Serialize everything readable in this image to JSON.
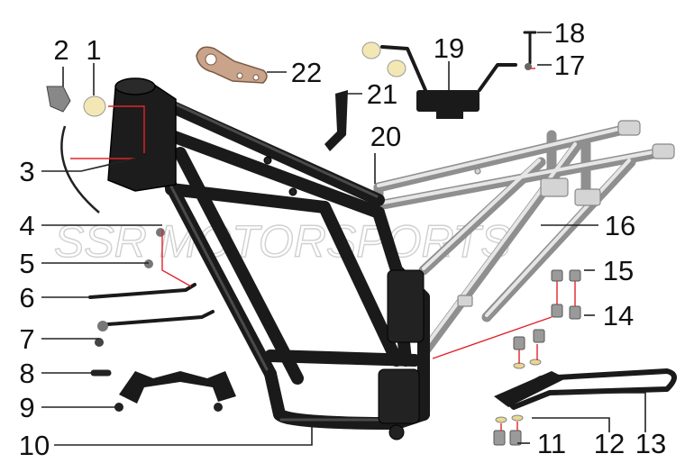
{
  "watermark": "SSR MOTORSPORTS",
  "colors": {
    "frame": "#1a1a1a",
    "subframe": "#b5b5b5",
    "bracket": "#c9a38a",
    "leader_red": "#e0242a"
  },
  "callouts": {
    "p1": "1",
    "p2": "2",
    "p3": "3",
    "p4": "4",
    "p5": "5",
    "p6": "6",
    "p7": "7",
    "p8": "8",
    "p9": "9",
    "p10": "10",
    "p11": "11",
    "p12": "12",
    "p13": "13",
    "p14": "14",
    "p15": "15",
    "p16": "16",
    "p17": "17",
    "p18": "18",
    "p19": "19",
    "p20": "20",
    "p21": "21",
    "p22": "22"
  }
}
